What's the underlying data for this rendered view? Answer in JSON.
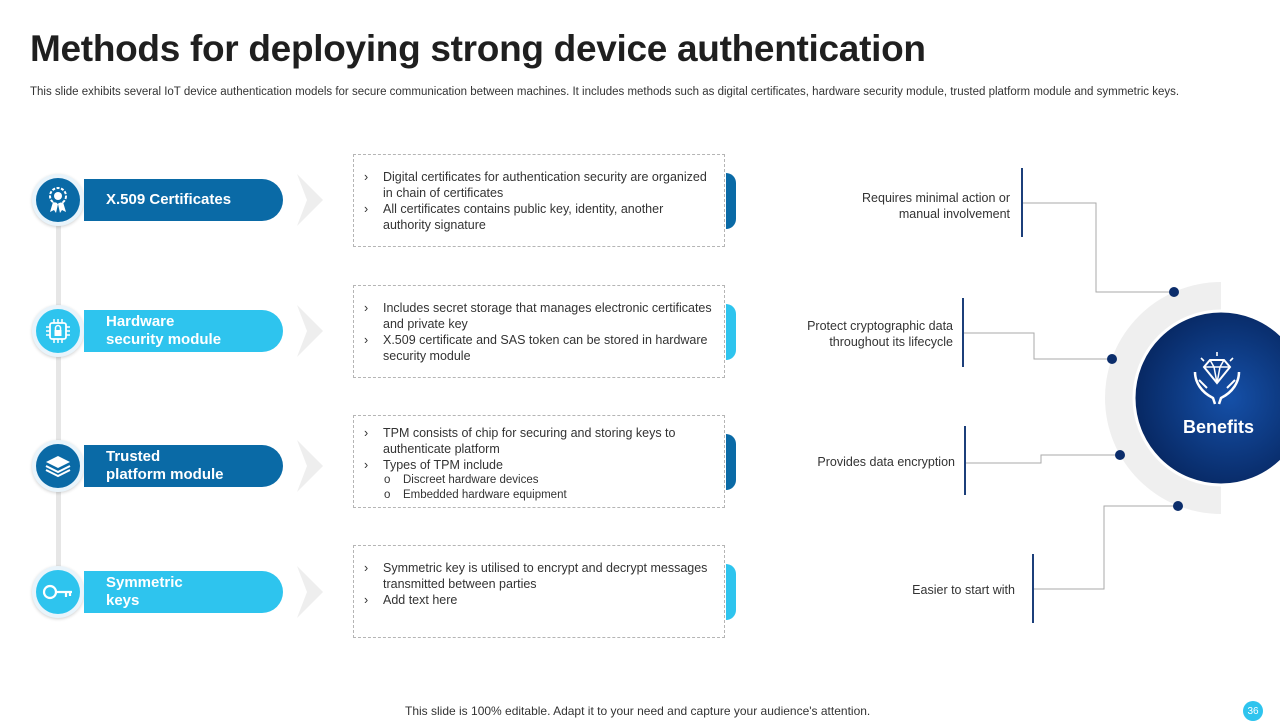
{
  "title": "Methods for deploying strong device authentication",
  "subtitle": "This slide exhibits several IoT device authentication models for secure communication between machines. It includes methods such as digital certificates, hardware security module, trusted platform module and symmetric keys.",
  "methods": [
    {
      "label_lines": [
        "X.509 Certificates"
      ],
      "icon": "award-ribbon-icon",
      "bullets": [
        "Digital certificates for authentication security are organized  in chain of certificates",
        "All certificates contains public key, identity, another authority signature"
      ],
      "subbullets": []
    },
    {
      "label_lines": [
        "Hardware",
        "security module"
      ],
      "icon": "chip-lock-icon",
      "bullets": [
        "Includes secret storage that manages  electronic certificates and private  key",
        "X.509 certificate and SAS token can be stored in hardware  security module"
      ],
      "subbullets": []
    },
    {
      "label_lines": [
        "Trusted",
        "platform module"
      ],
      "icon": "layers-icon",
      "bullets": [
        "TPM consists of chip for securing and storing keys to authenticate platform",
        "Types of TPM include"
      ],
      "subbullets": [
        "Discreet hardware devices",
        "Embedded hardware equipment"
      ]
    },
    {
      "label_lines": [
        "Symmetric",
        "keys"
      ],
      "icon": "key-icon",
      "bullets": [
        "Symmetric key is utilised to encrypt and decrypt  messages transmitted between parties",
        "Add text here"
      ],
      "subbullets": []
    }
  ],
  "benefits": {
    "title": "Benefits",
    "icon": "diamond-hands-icon",
    "items": [
      {
        "lines": [
          "Requires  minimal action or",
          "manual  involvement"
        ]
      },
      {
        "lines": [
          "Protect cryptographic data",
          "throughout  its lifecycle"
        ]
      },
      {
        "lines": [
          "Provides  data encryption"
        ]
      },
      {
        "lines": [
          "Easier to start with"
        ]
      }
    ]
  },
  "bullet_marker": "›",
  "sub_marker": "o",
  "footer": "This slide is 100% editable. Adapt it to your need and capture your audience's attention.",
  "page_number": "36",
  "colors": {
    "dark_blue": "#0a6aa6",
    "light_blue": "#2ec4ee",
    "navy": "#0b2d6b"
  }
}
